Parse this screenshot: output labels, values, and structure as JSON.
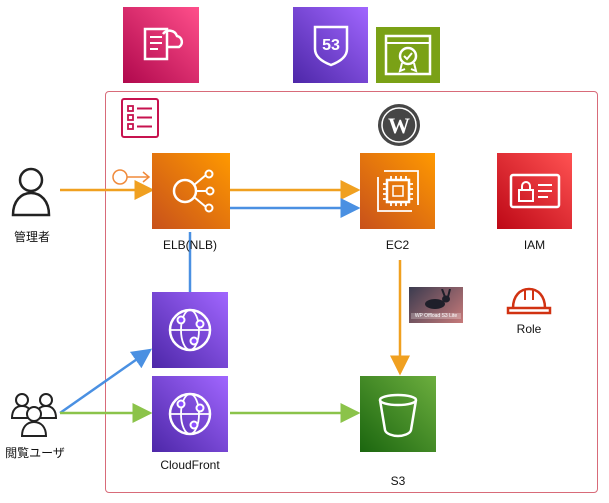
{
  "actors": {
    "admin": "管理者",
    "viewer": "閲覧ユーザ"
  },
  "services": {
    "elb": "ELB(NLB)",
    "ec2": "EC2",
    "iam": "IAM",
    "role": "Role",
    "cloudfront": "CloudFront",
    "s3": "S3"
  },
  "plugin": {
    "caption": "WP Offload S3 Lite"
  },
  "colors": {
    "management": "#e7157b",
    "networking": "#8c4fff",
    "compute": "#ed7100",
    "security": "#dd344c",
    "storage": "#3f8624",
    "certificate": "#7aa116",
    "arrow_orange": "#f0a020",
    "arrow_blue": "#4a90e2",
    "arrow_green": "#8bc34a",
    "region_border": "#d86b79"
  },
  "icons": {
    "cloudformation": "cloudformation-icon",
    "route53": "route53-icon",
    "certificate": "certificate-manager-icon",
    "systems_manager": "checklist-icon",
    "wordpress": "wordpress-icon",
    "elb": "load-balancer-icon",
    "ec2": "ec2-chip-icon",
    "iam": "iam-id-card-icon",
    "role": "role-hardhat-icon",
    "cloudfront": "cloudfront-icon",
    "s3": "s3-bucket-icon"
  }
}
